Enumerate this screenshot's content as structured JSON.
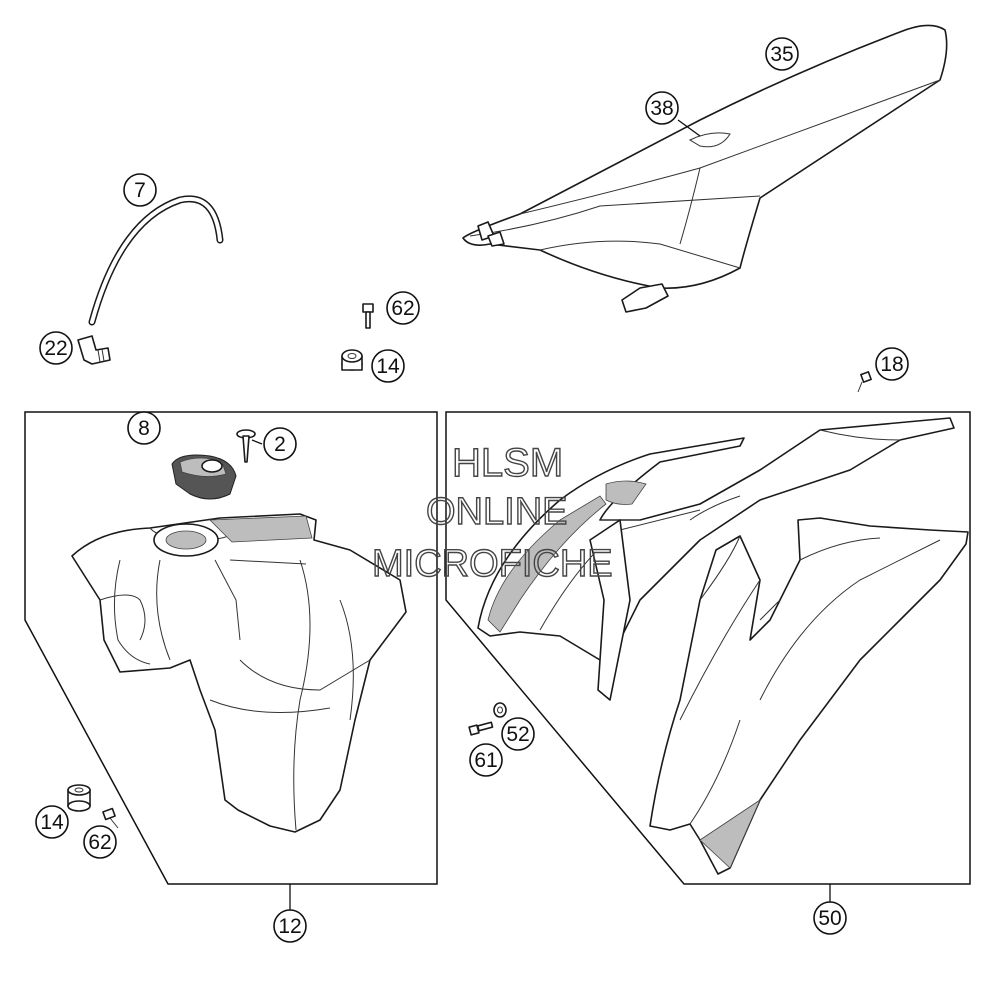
{
  "watermark": {
    "line1": "HLSM",
    "line2": "ONLINE",
    "line3": "MICROFICHE"
  },
  "callouts": {
    "c35": "35",
    "c38": "38",
    "c7": "7",
    "c22": "22",
    "c62_top": "62",
    "c14_top": "14",
    "c18": "18",
    "c8": "8",
    "c2": "2",
    "c14_bottom": "14",
    "c62_bottom": "62",
    "c12": "12",
    "c61": "61",
    "c52": "52",
    "c50": "50"
  }
}
